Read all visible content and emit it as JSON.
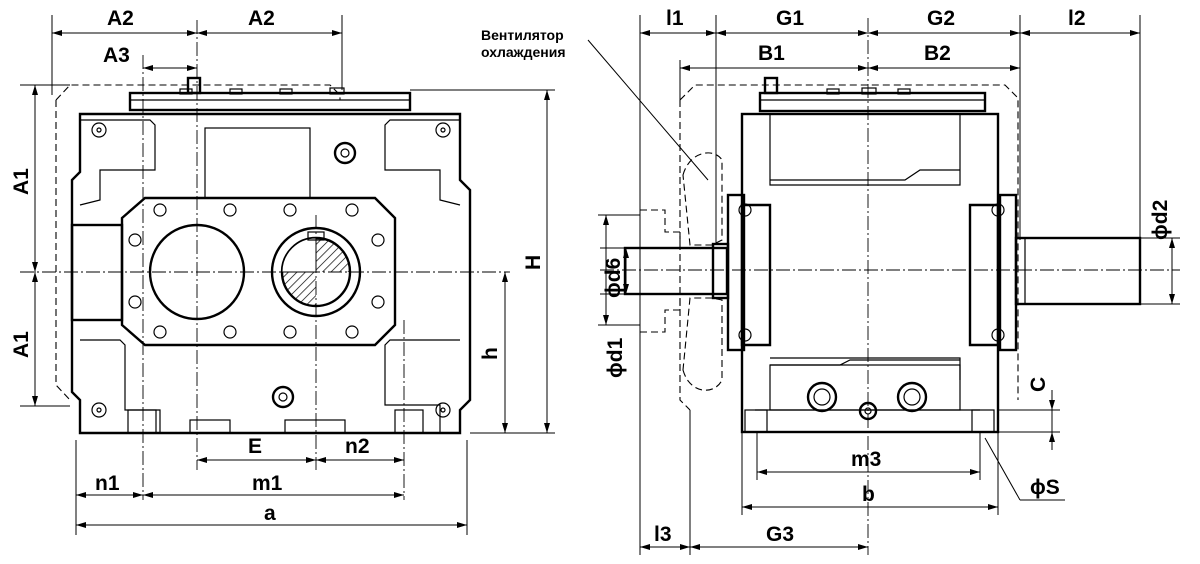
{
  "fan_label": {
    "line1": "Вентилятор",
    "line2": "охлаждения"
  },
  "dimensions": {
    "A2_left": "A2",
    "A2_right": "A2",
    "A3": "A3",
    "A1_top": "A1",
    "A1_bottom": "A1",
    "H": "H",
    "h": "h",
    "E": "E",
    "n2": "n2",
    "n1": "n1",
    "m1": "m1",
    "a": "a",
    "l1": "l1",
    "G1": "G1",
    "G2": "G2",
    "l2": "l2",
    "B1": "B1",
    "B2": "B2",
    "d6": "ϕd6",
    "d1": "ϕd1",
    "d2": "ϕd2",
    "C": "C",
    "m3": "m3",
    "S": "ϕS",
    "b": "b",
    "l3": "l3",
    "G3": "G3"
  }
}
